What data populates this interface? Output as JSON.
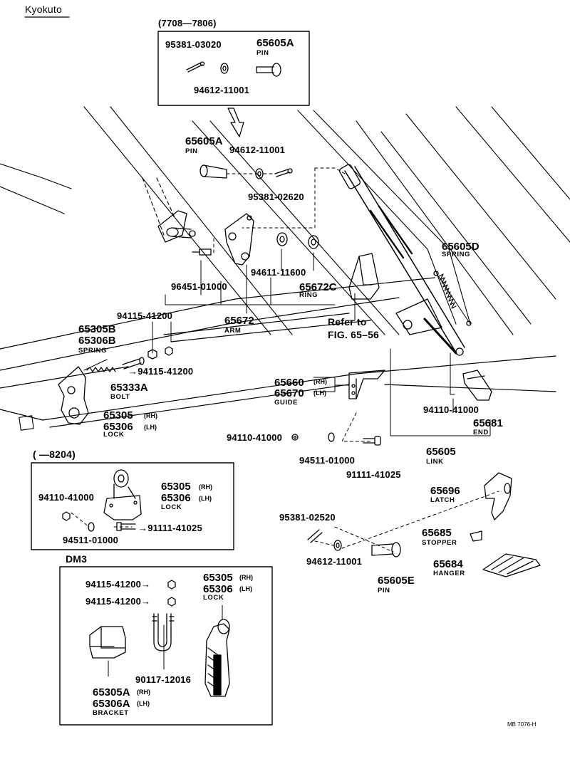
{
  "header": {
    "maker": "Kyokuto"
  },
  "inset_top": {
    "date_range": "(7708—7806)",
    "p_95381_03020": "95381-03020",
    "p_65605A": "65605A",
    "p_65605A_name": "PIN",
    "p_94612_11001": "94612-11001"
  },
  "main": {
    "pin_no": "65605A",
    "pin_name": "PIN",
    "washer_no": "94612-11001",
    "cotter_no": "95381-02620",
    "spring_no": "65605D",
    "spring_name": "SPRING",
    "bolt_no": "96451-01000",
    "ring1_no": "94611-11600",
    "ring2_no": "65672C",
    "ring2_name": "RING",
    "nut_no": "94115-41200",
    "arm_no": "65672",
    "arm_name": "ARM",
    "refer_to": "Refer to",
    "refer_fig": "FIG. 65–56",
    "spring2_no1": "65305B",
    "spring2_no2": "65306B",
    "spring2_name": "SPRING",
    "nut2_no": "→94115-41200",
    "bolt2_no": "65333A",
    "bolt2_name": "BOLT",
    "guide_no1": "65660",
    "guide_rh": "(RH)",
    "guide_no2": "65670",
    "guide_lh": "(LH)",
    "guide_name": "GUIDE",
    "lock_no1": "65305",
    "lock_rh": "(RH)",
    "lock_no2": "65306",
    "lock_lh": "(LH)",
    "lock_name": "LOCK",
    "nut3_no": "94110-41000",
    "nut4_no": "94110-41000",
    "washer2_no": "94511-01000",
    "bolt3_no": "91111-41025",
    "end_no": "65681",
    "end_name": "END",
    "link_no": "65605",
    "link_name": "LINK",
    "latch_no": "65696",
    "latch_name": "LATCH",
    "stopper_no": "65685",
    "stopper_name": "STOPPER",
    "hanger_no": "65684",
    "hanger_name": "HANGER",
    "cotter2_no": "95381-02520",
    "washer3_no": "94612-11001",
    "pin2_no": "65605E",
    "pin2_name": "PIN"
  },
  "inset_mid": {
    "date_range": "(        —8204)",
    "nut_no": "94110-41000",
    "lock_no1": "65305",
    "lock_rh": "(RH)",
    "lock_no2": "65306",
    "lock_lh": "(LH)",
    "lock_name": "LOCK",
    "washer_no": "94511-01000",
    "bolt_no": "→91111-41025"
  },
  "inset_dm3": {
    "title": "DM3",
    "nut1_no": "94115-41200→",
    "nut2_no": "94115-41200→",
    "lock_no1": "65305",
    "lock_rh": "(RH)",
    "lock_no2": "65306",
    "lock_lh": "(LH)",
    "lock_name": "LOCK",
    "ubolt_no": "90117-12016",
    "bracket_no1": "65305A",
    "bracket_rh": "(RH)",
    "bracket_no2": "65306A",
    "bracket_lh": "(LH)",
    "bracket_name": "BRACKET"
  },
  "footer": {
    "code": "MB 7076-H"
  }
}
